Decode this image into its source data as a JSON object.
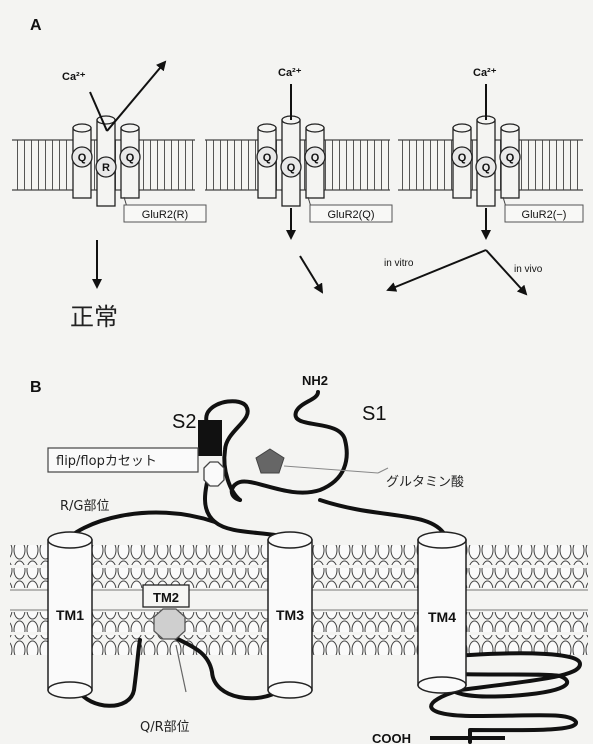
{
  "panel_a": {
    "label": "A",
    "calcium": "Ca²⁺",
    "channels": [
      {
        "subunits": [
          "Q",
          "R",
          "Q"
        ],
        "tag": "GluR2(R)"
      },
      {
        "subunits": [
          "Q",
          "Q",
          "Q"
        ],
        "tag": "GluR2(Q)"
      },
      {
        "subunits": [
          "Q",
          "Q",
          "Q"
        ],
        "tag": "GluR2(−)"
      }
    ],
    "outcome_1": "正常",
    "in_vitro": "in vitro",
    "in_vivo": "in vivo"
  },
  "panel_b": {
    "label": "B",
    "nh2": "NH2",
    "s1": "S1",
    "s2": "S2",
    "flip_flop": "flip/flopカセット",
    "glutamate": "グルタミン酸",
    "rg_site": "R/G部位",
    "tm1": "TM1",
    "tm2": "TM2",
    "tm3": "TM3",
    "tm4": "TM4",
    "qr_site": "Q/R部位",
    "cooh": "COOH"
  }
}
